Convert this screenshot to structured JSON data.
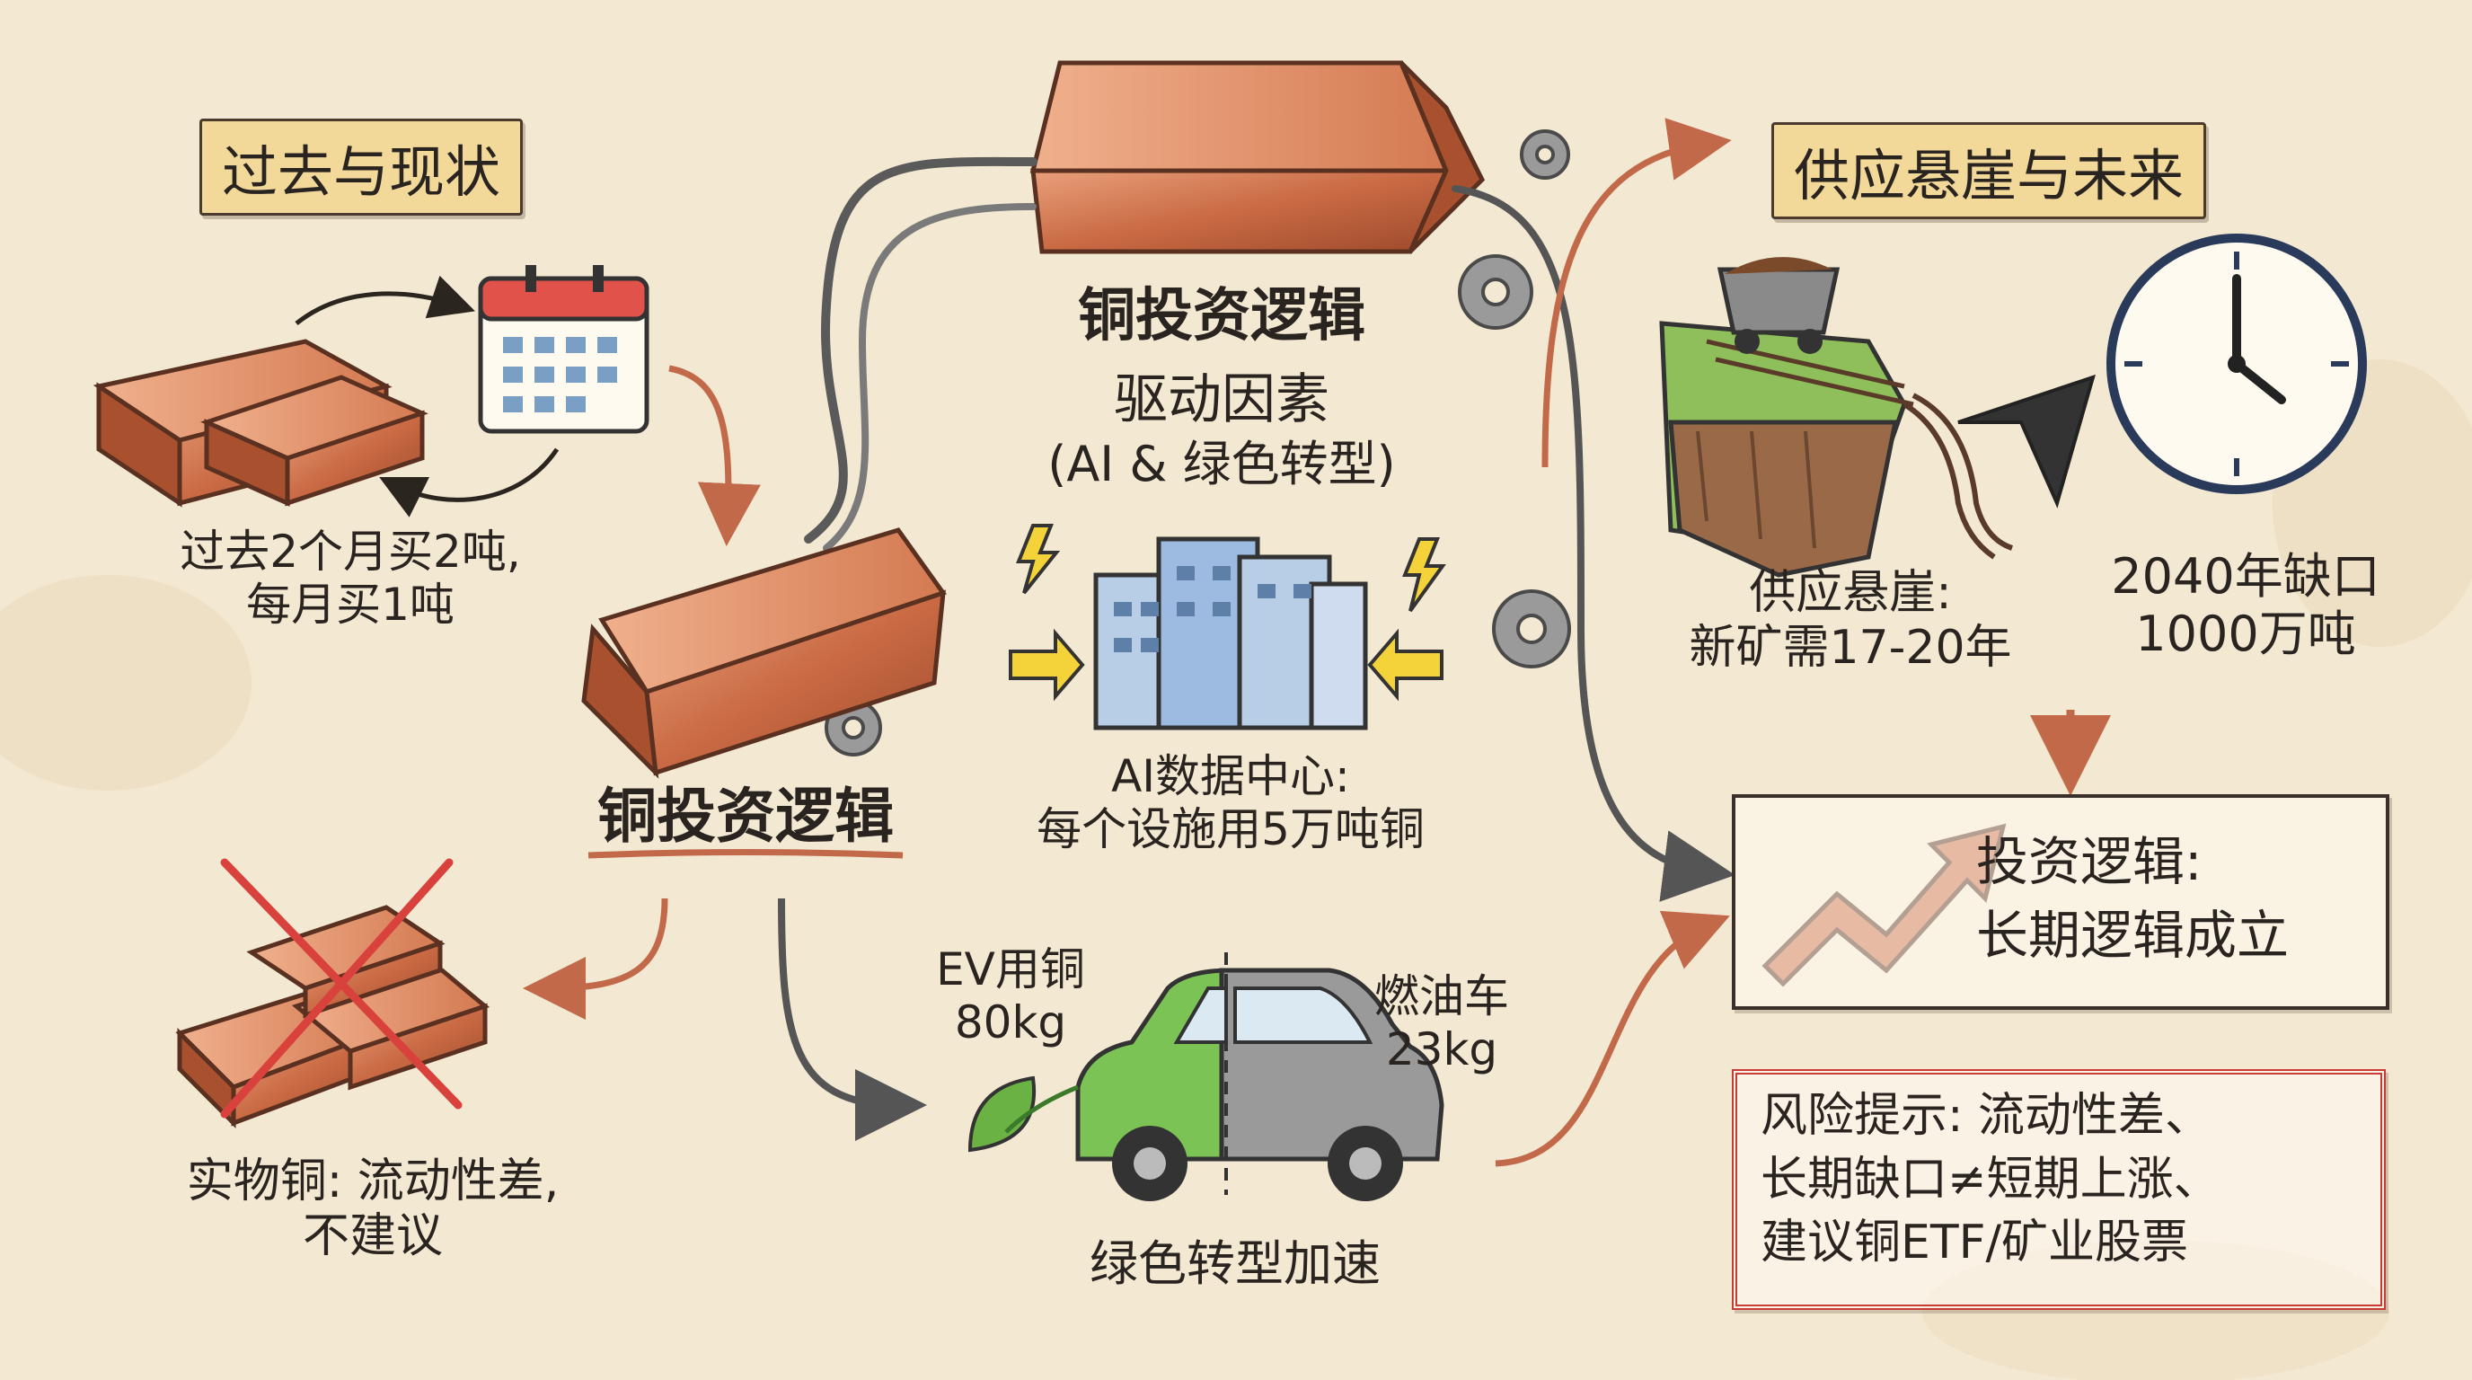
{
  "labels": {
    "past_tag": "过去与现状",
    "future_tag": "供应悬崖与未来",
    "top_center_title": "铜投资逻辑",
    "drivers_title": "驱动因素",
    "drivers_subtitle": "(AI & 绿色转型)",
    "center_title": "铜投资逻辑",
    "past_purchase_1": "过去2个月买2吨,",
    "past_purchase_2": "每月买1吨",
    "ai_dc_1": "AI数据中心:",
    "ai_dc_2": "每个设施用5万吨铜",
    "physical_1": "实物铜: 流动性差,",
    "physical_2": "不建议",
    "ev_1": "EV用铜",
    "ev_2": "80kg",
    "ice_1": "燃油车",
    "ice_2": "23kg",
    "green": "绿色转型加速",
    "cliff_1": "供应悬崖:",
    "cliff_2": "新矿需17-20年",
    "gap_1": "2040年缺口",
    "gap_2": "1000万吨",
    "logic_1": "投资逻辑:",
    "logic_2": "长期逻辑成立",
    "risk_1": "风险提示: 流动性差、",
    "risk_2": "长期缺口≠短期上涨、",
    "risk_3": "建议铜ETF/矿业股票"
  },
  "icons": [
    "copper-bar-icon",
    "calendar-icon",
    "gear-icon",
    "building-icon",
    "lightning-icon",
    "electric-car-icon",
    "leaf-icon",
    "mine-cart-icon",
    "cliff-icon",
    "clock-icon",
    "trend-arrow-icon",
    "cross-icon"
  ],
  "colors": {
    "copper": "#c96a44",
    "paper": "#f3e8d2",
    "tag_fill": "#f2d99a",
    "risk_red": "#c93b34",
    "ev_green": "#7cc356"
  }
}
